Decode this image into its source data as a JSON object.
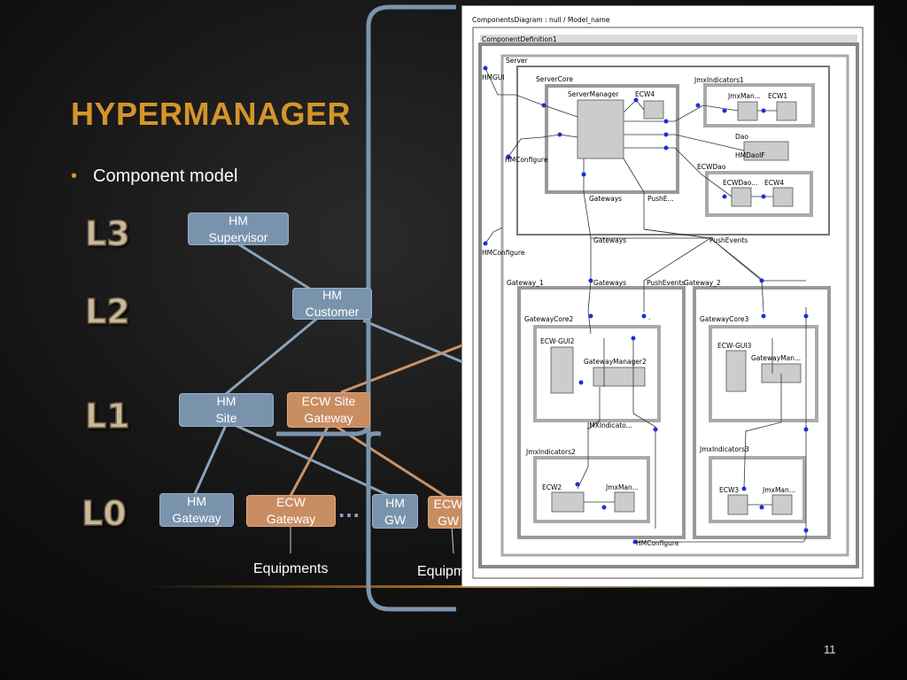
{
  "slide": {
    "title": "HYPERMANAGER",
    "bullet": "Component model",
    "page_number": "11"
  },
  "levels": [
    "L3",
    "L2",
    "L1",
    "L0"
  ],
  "boxes": {
    "hm_supervisor": "HM\nSupervisor",
    "hm_customer": "HM\nCustomer",
    "hm_site": "HM\nSite",
    "ecw_site_gateway": "ECW Site\nGateway",
    "hm_gateway": "HM\nGateway",
    "ecw_gateway": "ECW\nGateway",
    "hm_gw": "HM\nGW",
    "ecw_gw": "ECW\nGW",
    "ellipsis": "…"
  },
  "equipments": [
    "Equipments",
    "Equipm"
  ],
  "component_diagram": {
    "title": "ComponentsDiagram : null / Model_name",
    "definition": "ComponentDefinition1",
    "server": "Server",
    "server_core": "ServerCore",
    "server_manager": "ServerManager",
    "ecw4": "ECW4",
    "jmx_indicators1": "JmxIndicators1",
    "jmxman": "JmxMan...",
    "ecw1": "ECW1",
    "dao": "Dao",
    "hmdaoif": "HMDaoIF",
    "ecwdao": "ECWDao",
    "ecwdao_inner": "ECWDao...",
    "ecw4b": "ECW4",
    "hmgui": "HMGUI",
    "hmconfigure": "HMConfigure",
    "gateways": "Gateways",
    "pushe": "PushE...",
    "push_events": "PushEvents",
    "gateway_1": "Gateway_1",
    "gateway_2": "Gateway_2",
    "gateway_core2": "GatewayCore2",
    "gateway_core3": "GatewayCore3",
    "ecw_gui2": "ECW-GUI2",
    "ecw_gui3": "ECW-GUI3",
    "gateway_manager2": "GatewayManager2",
    "gateway_man": "GatewayMan...",
    "jmx_indicato": "JMXIndicato...",
    "jmx_indicators2": "JmxIndicators2",
    "jmx_indicators3": "JmxIndicators3",
    "ecw2": "ECW2",
    "ecw3": "ECW3",
    "dot": "."
  },
  "colors": {
    "title": "#d4952a",
    "hm_box": "#7a93ad",
    "ecw_box": "#c98d62",
    "bracket": "#7c95ad",
    "port": "#1a2fd6"
  }
}
